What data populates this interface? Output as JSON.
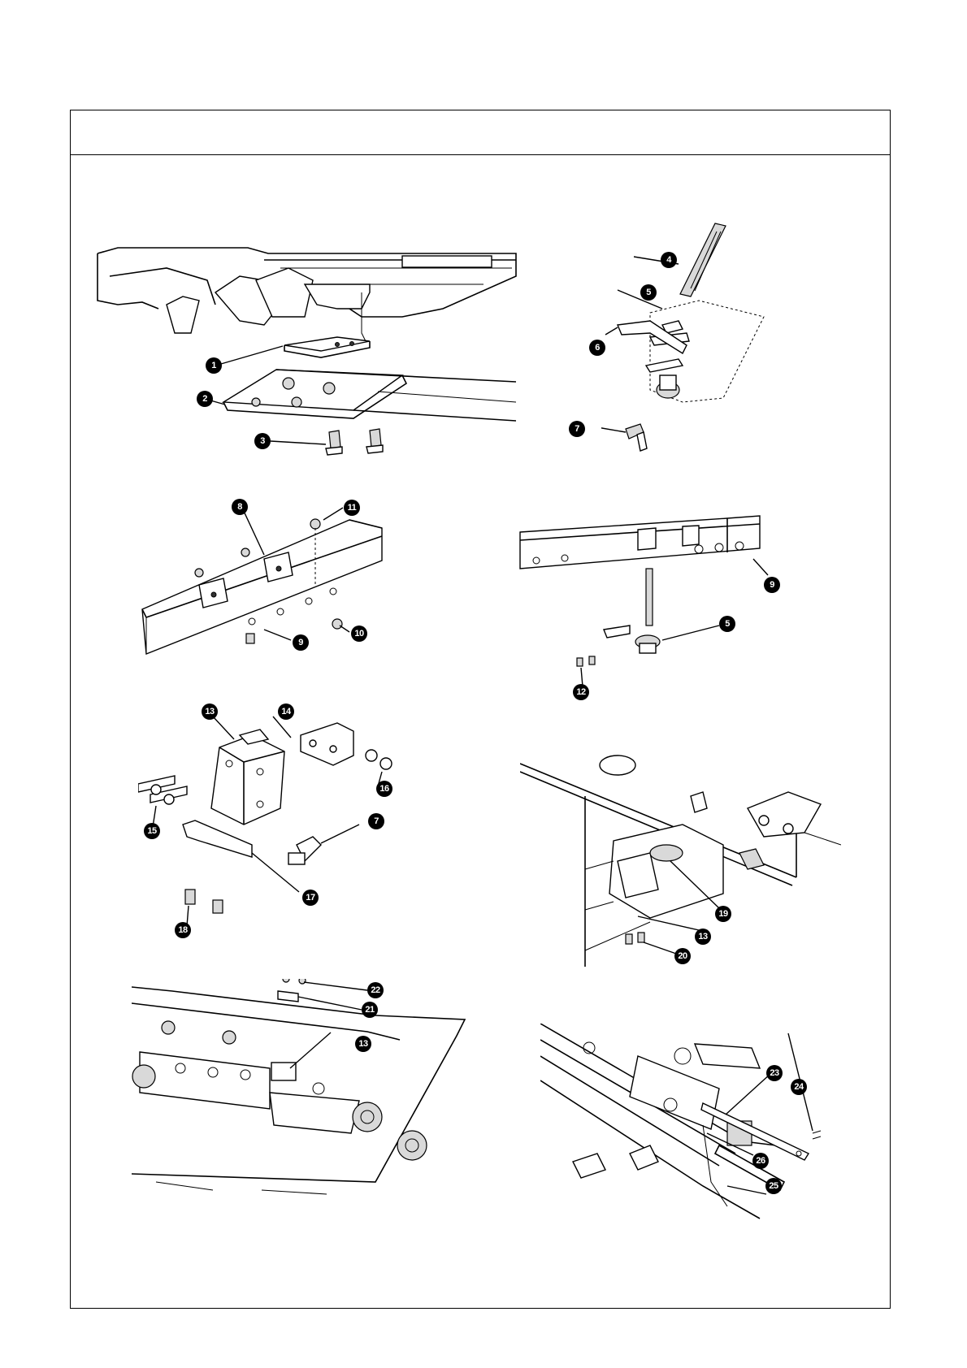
{
  "figure": {
    "title": "",
    "panels": [
      {
        "name": "panel-1",
        "callouts": [
          "1",
          "2",
          "3"
        ]
      },
      {
        "name": "panel-2",
        "callouts": [
          "4",
          "5",
          "6",
          "7"
        ]
      },
      {
        "name": "panel-3",
        "callouts": [
          "8",
          "11",
          "10",
          "9"
        ]
      },
      {
        "name": "panel-4",
        "callouts": [
          "5",
          "9",
          "12"
        ]
      },
      {
        "name": "panel-5",
        "callouts": [
          "13",
          "14",
          "15",
          "16",
          "7",
          "17",
          "18"
        ]
      },
      {
        "name": "panel-6",
        "callouts": [
          "19",
          "13",
          "20"
        ]
      },
      {
        "name": "panel-7",
        "callouts": [
          "22",
          "21",
          "13"
        ]
      },
      {
        "name": "panel-8",
        "callouts": [
          "23",
          "24",
          "26",
          "25"
        ]
      }
    ]
  },
  "callout_style": {
    "fill": "#000000",
    "text": "#ffffff"
  }
}
